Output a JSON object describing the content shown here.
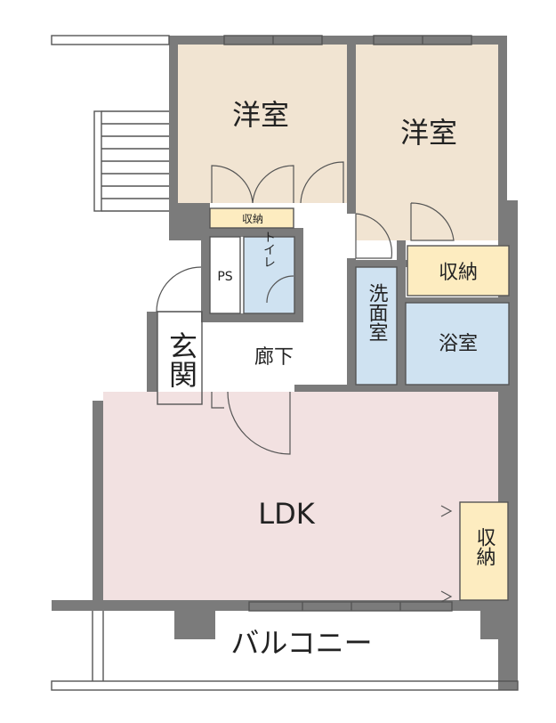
{
  "rooms": {
    "western_room_1": "洋室",
    "western_room_2": "洋室",
    "storage_small": "収納",
    "storage_right": "収納",
    "storage_ldk": "収納",
    "ps": "PS",
    "toilet": "トイレ",
    "entrance": "玄関",
    "corridor": "廊下",
    "washroom": "洗面室",
    "bathroom": "浴室",
    "ldk": "LDK",
    "balcony": "バルコニー"
  },
  "colors": {
    "western_room": "#f1e4d2",
    "storage": "#fdecc0",
    "wet_area": "#cfe2f1",
    "ldk": "#f2e1e1",
    "wall": "#7b7b7b"
  }
}
